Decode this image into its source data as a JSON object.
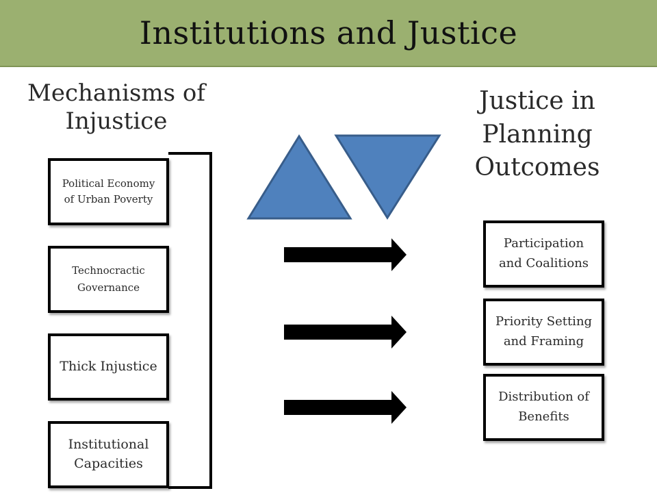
{
  "title": "Institutions and Justice",
  "left_heading": "Mechanisms of Injustice",
  "right_heading": "Justice in Planning Outcomes",
  "mechanisms": [
    "Political Economy of Urban Poverty",
    "Technocractic Governance",
    "Thick Injustice",
    "Institutional Capacities"
  ],
  "outcomes": [
    "Participation and Coalitions",
    "Priority Setting and Framing",
    "Distribution of Benefits"
  ],
  "colors": {
    "title_bar": "#9bb070",
    "triangle_fill": "#4f81bd",
    "triangle_stroke": "#385d8a",
    "arrow": "#000000"
  }
}
